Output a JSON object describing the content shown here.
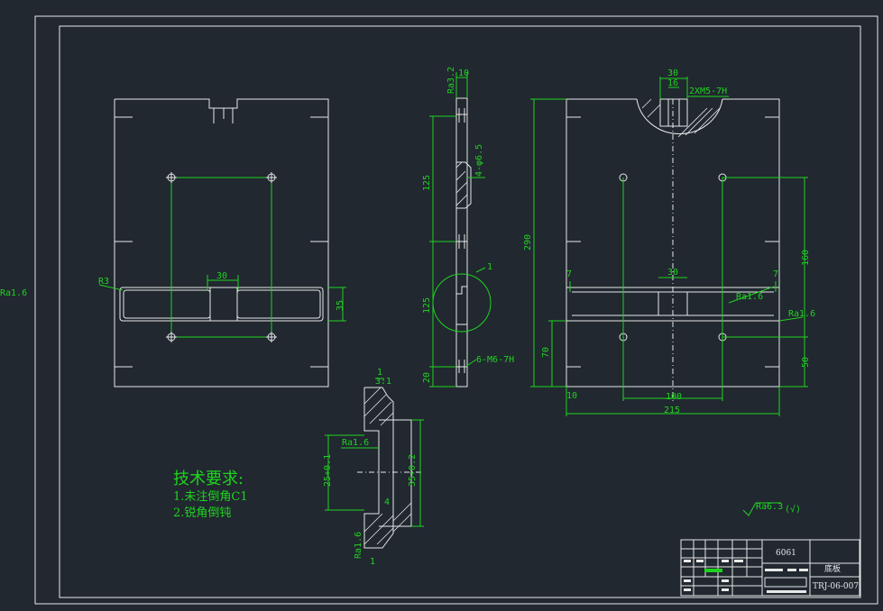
{
  "view_front": {
    "dim_R": "R3",
    "dim_30": "30",
    "dim_35": "35"
  },
  "view_side": {
    "dim_10": "10",
    "dim_125a": "125",
    "dim_125b": "125",
    "dim_20": "20",
    "hole_note": "4-φ6.5",
    "thread_note": "6-M6-7H",
    "leader_1": "1",
    "rough": "Ra3.2"
  },
  "view_right": {
    "dim_30": "30",
    "dim_16": "16",
    "thread": "2XM5-7H",
    "dim_290": "290",
    "dim_160": "160",
    "dim_30b": "30",
    "dim_7a": "7",
    "dim_7b": "7",
    "dim_70": "70",
    "dim_10": "10",
    "dim_100": "100",
    "dim_215": "215",
    "dim_50": "50",
    "rough1": "Ra1.6",
    "rough2": "Ra1.6"
  },
  "section": {
    "scale_num": "1",
    "scale_den": "3:1",
    "dim_25": "25+0.1",
    "dim_35": "35+0.2",
    "dim_4": "4",
    "dim_1": "1",
    "rough": "Ra1.6",
    "rough2": "Ra1.6"
  },
  "tech_req": {
    "title": "技术要求:",
    "line1": "1.未注倒角C1",
    "line2": "2.锐角倒钝"
  },
  "roughness_general": {
    "value": "Ra6.3",
    "paren": "(√)"
  },
  "left_margin_label": "Ra1.6",
  "title_block": {
    "material": "6061",
    "part_name": "底板",
    "drawing_no": "TRJ-06-007"
  }
}
